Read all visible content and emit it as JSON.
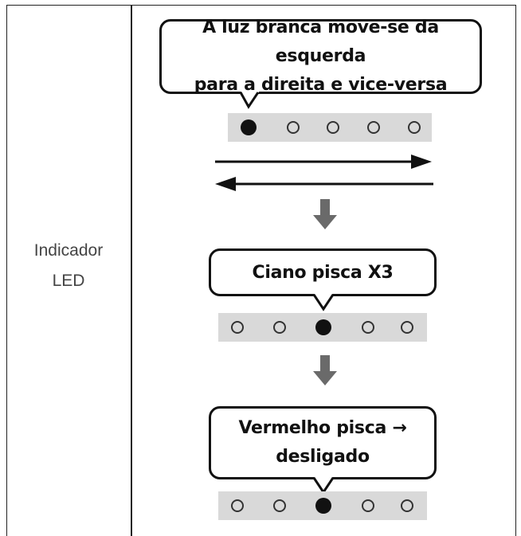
{
  "row_label": [
    "Indicador",
    "LED"
  ],
  "steps": [
    {
      "bubble": [
        "A luz branca move-se da esquerda",
        "para a direita e vice-versa"
      ],
      "leds": [
        "on",
        "off",
        "off",
        "off",
        "off"
      ]
    },
    {
      "bubble": [
        "Ciano pisca X3"
      ],
      "leds": [
        "off",
        "off",
        "on",
        "off",
        "off"
      ]
    },
    {
      "bubble": [
        "Vermelho pisca →",
        "desligado"
      ],
      "leds": [
        "off",
        "off",
        "on",
        "off",
        "off"
      ]
    }
  ]
}
